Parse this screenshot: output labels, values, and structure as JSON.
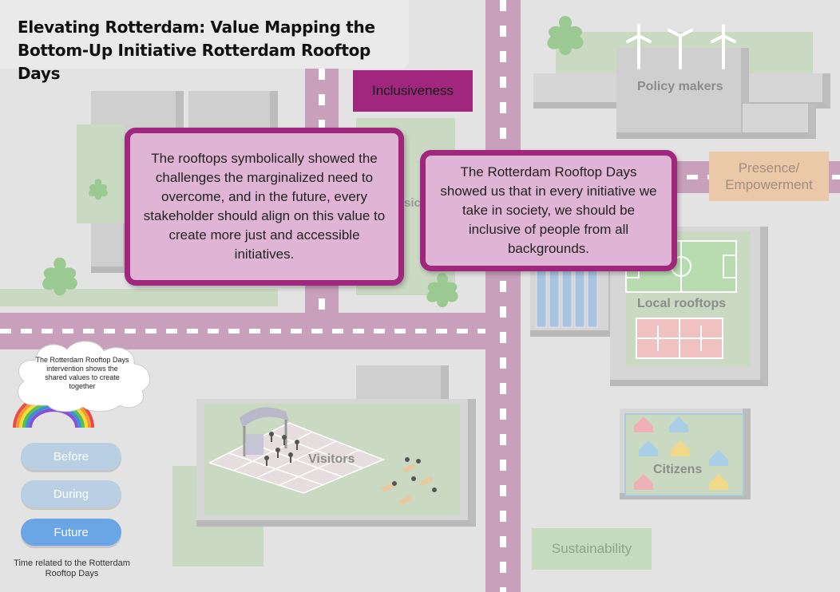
{
  "title": {
    "line1": "Elevating Rotterdam: Value Mapping the",
    "line2": "Bottom-Up Initiative Rotterdam Rooftop Days"
  },
  "values": {
    "inclusiveness": "Inclusiveness",
    "presence_line1": "Presence/",
    "presence_line2": "Empowerment",
    "sustainability": "Sustainability"
  },
  "quotes": {
    "left": "The rooftops symbolically showed the challenges the marginalized need to overcome, and in the future, every stakeholder should align on this value to create more just and accessible initiatives.",
    "right": "The Rotterdam Rooftop Days showed us that in every initiative we take in society, we should be inclusive of people from all backgrounds."
  },
  "hidden_label_fragment": "sic",
  "stakeholders": {
    "policy_makers": "Policy makers",
    "local_rooftops": "Local rooftops",
    "visitors": "Visitors",
    "citizens": "Citizens"
  },
  "cloud": {
    "text": "The Rotterdam Rooftop Days intervention shows the shared values to create together"
  },
  "timeline": {
    "before": "Before",
    "during": "During",
    "future": "Future",
    "active": "Future",
    "note": "Time related to the Rotterdam Rooftop Days"
  },
  "colors": {
    "accent_magenta": "#a0267e",
    "card_fill": "#e0b4d4",
    "presence_fill": "#ebc9a8",
    "sustainability_fill": "#c5dbc0",
    "button_active": "#6aa6e6",
    "button_inactive": "#b9cfe4"
  }
}
